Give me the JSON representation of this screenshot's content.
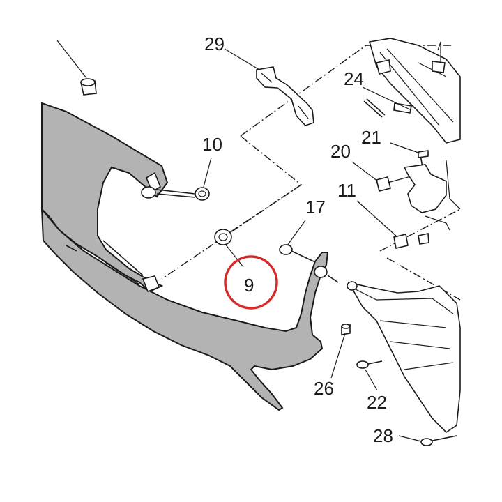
{
  "diagram": {
    "callouts": [
      {
        "id": "29",
        "label": "29"
      },
      {
        "id": "24",
        "label": "24"
      },
      {
        "id": "21",
        "label": "21"
      },
      {
        "id": "20",
        "label": "20"
      },
      {
        "id": "11",
        "label": "11"
      },
      {
        "id": "10",
        "label": "10"
      },
      {
        "id": "17",
        "label": "17"
      },
      {
        "id": "9",
        "label": "9"
      },
      {
        "id": "26",
        "label": "26"
      },
      {
        "id": "22",
        "label": "22"
      },
      {
        "id": "28",
        "label": "28"
      }
    ],
    "highlight": {
      "callout": "9",
      "color": "#d42a2a"
    },
    "colors": {
      "panel_fill": "#b3b3b3",
      "line": "#1a1a1a"
    }
  }
}
